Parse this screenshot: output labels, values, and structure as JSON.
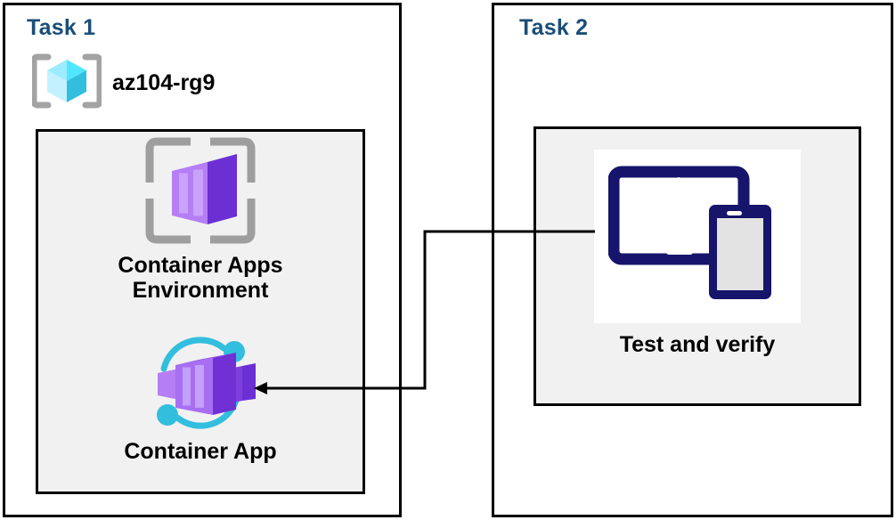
{
  "diagram": {
    "title": "Azure Container Apps lab diagram",
    "background": "#ffffff",
    "colors": {
      "task_heading": "#1a4e77",
      "panel_border": "#000000",
      "inner_fill": "#f1f1f1",
      "connector": "#000000",
      "resource_group_bracket": "#a3a3a3",
      "resource_group_cube": "#50e6ff",
      "container_purple": "#773adc",
      "container_purple_light": "#a67af4",
      "container_env_bracket": "#a3a3a3",
      "container_app_ring": "#32bedd",
      "device_navy": "#17146b",
      "device_screen": "#e3e3e3"
    }
  },
  "tasks": [
    {
      "id": "task-1",
      "title": "Task 1",
      "resource_group": {
        "icon": "resource-group-icon",
        "label": "az104-rg9"
      },
      "nodes": [
        {
          "id": "container-apps-environment",
          "icon": "container-apps-environment-icon",
          "label": "Container Apps\nEnvironment"
        },
        {
          "id": "container-app",
          "icon": "container-app-icon",
          "label": "Container App"
        }
      ]
    },
    {
      "id": "task-2",
      "title": "Task 2",
      "nodes": [
        {
          "id": "test-and-verify",
          "icon": "devices-test-icon",
          "label": "Test and verify"
        }
      ]
    }
  ],
  "connectors": [
    {
      "id": "test-to-container-app",
      "from": "test-and-verify",
      "to": "container-app",
      "arrow_at": "to",
      "style": "orthogonal"
    }
  ]
}
